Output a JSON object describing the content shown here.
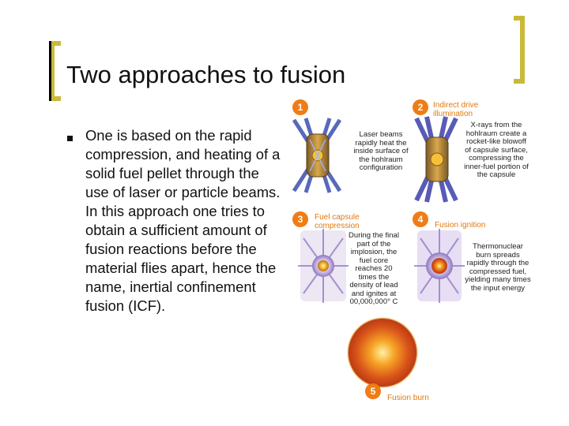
{
  "slide": {
    "title": "Two approaches to fusion",
    "bullet_text": "One is based on the rapid compression, and heating of a solid fuel pellet through the use of laser or particle beams. In this approach one tries to obtain a sufficient amount of fusion reactions before the material flies apart, hence the name, inertial confinement fusion (ICF)."
  },
  "figure": {
    "stages": [
      {
        "number": "1",
        "label": "",
        "note": "Laser beams rapidly heat the inside surface of the hohlraum configuration"
      },
      {
        "number": "2",
        "label": "Indirect drive illumination",
        "note": "X-rays from the hohlraum create a rocket-like blowoff of capsule surface, compressing the inner-fuel portion of the capsule"
      },
      {
        "number": "3",
        "label": "Fuel capsule compression",
        "note": "During the final part of the implosion, the fuel core reaches 20 times the density of lead and ignites at 00,000,000° C"
      },
      {
        "number": "4",
        "label": "Fusion ignition",
        "note": "Thermonuclear burn spreads rapidly through the compressed fuel, yielding many times the input energy"
      },
      {
        "number": "5",
        "label": "Fusion burn",
        "note": ""
      }
    ],
    "colors": {
      "accent": "#f07c16",
      "beam": "#3b4fb0",
      "bracket": "#c9b93a"
    }
  }
}
